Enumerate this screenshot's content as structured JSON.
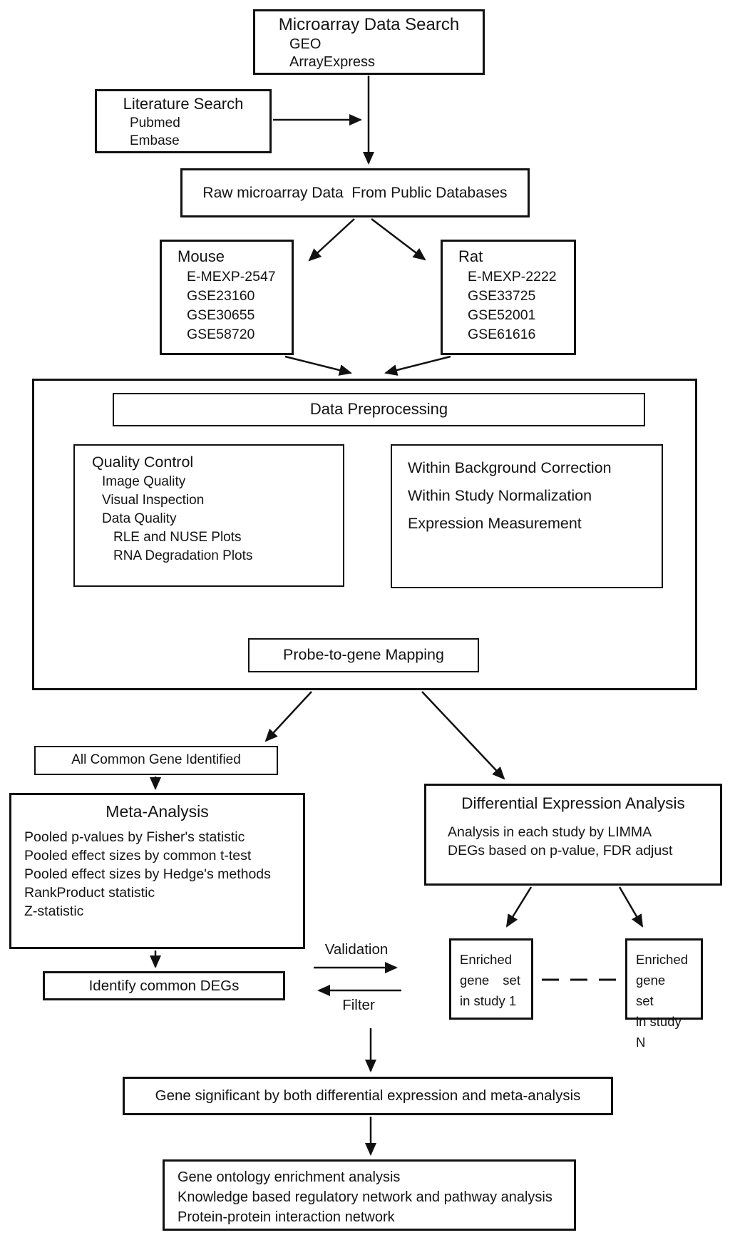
{
  "diagram": {
    "boxes": {
      "microarray_search": {
        "title": "Microarray Data Search",
        "lines": [
          "GEO",
          "ArrayExpress"
        ]
      },
      "literature_search": {
        "title": "Literature Search",
        "lines": [
          "Pubmed",
          "Embase"
        ]
      },
      "raw_data": {
        "title": "Raw microarray Data  From Public Databases"
      },
      "mouse": {
        "title": "Mouse",
        "lines": [
          "E-MEXP-2547",
          "GSE23160",
          "GSE30655",
          "GSE58720"
        ]
      },
      "rat": {
        "title": "Rat",
        "lines": [
          "E-MEXP-2222",
          "GSE33725",
          "GSE52001",
          "GSE61616"
        ]
      },
      "data_preprocessing": {
        "title": "Data Preprocessing"
      },
      "quality_control": {
        "title": "Quality Control",
        "lines": [
          "Image Quality",
          "Visual Inspection",
          "Data Quality"
        ],
        "sub_lines": [
          "RLE and NUSE Plots",
          "RNA Degradation Plots"
        ]
      },
      "within_study": {
        "lines": [
          "Within Background Correction",
          "Within Study Normalization",
          "Expression Measurement"
        ]
      },
      "probe_mapping": {
        "title": "Probe-to-gene Mapping"
      },
      "all_common_gene": {
        "title": "All Common Gene Identified"
      },
      "meta_analysis": {
        "title": "Meta-Analysis",
        "lines": [
          "Pooled p-values by Fisher's statistic",
          "Pooled effect sizes by common t-test",
          "Pooled effect sizes by Hedge's methods",
          "RankProduct statistic",
          "Z-statistic"
        ]
      },
      "diff_expression": {
        "title": "Differential Expression Analysis",
        "lines": [
          "Analysis in each study by LIMMA",
          "DEGs based on p-value, FDR adjust"
        ]
      },
      "identify_degs": {
        "title": "Identify common DEGs"
      },
      "enriched_study_1": {
        "lines": [
          "Enriched",
          "gene set",
          "in study 1"
        ]
      },
      "enriched_study_n": {
        "lines": [
          "Enriched",
          "gene set",
          "in study N"
        ]
      },
      "gene_significant": {
        "title": "Gene significant by both differential expression and meta-analysis"
      },
      "downstream_analysis": {
        "lines": [
          "Gene ontology enrichment analysis",
          "Knowledge based regulatory network and pathway analysis",
          "Protein-protein interaction network"
        ]
      }
    },
    "edge_labels": {
      "validation": "Validation",
      "filter": "Filter"
    },
    "colors": {
      "ink": "#111111",
      "background": "#ffffff"
    }
  }
}
